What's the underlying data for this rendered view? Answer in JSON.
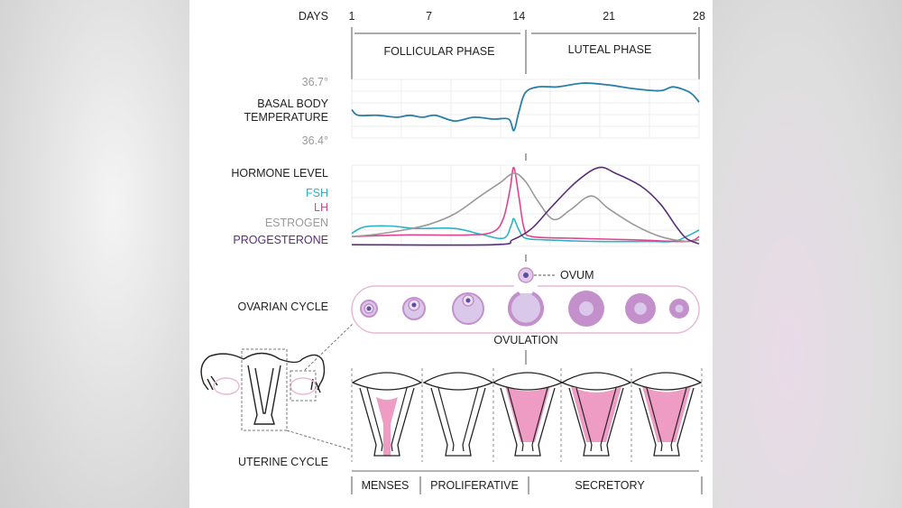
{
  "header": {
    "days_label": "DAYS",
    "day_ticks": [
      "1",
      "7",
      "14",
      "21",
      "28"
    ],
    "phases": [
      "FOLLICULAR PHASE",
      "LUTEAL PHASE"
    ]
  },
  "temperature": {
    "label_line1": "BASAL BODY",
    "label_line2": "TEMPERATURE",
    "max_label": "36.7°",
    "min_label": "36.4°",
    "range": [
      36.4,
      36.7
    ],
    "color": "#2a7fa8",
    "points": [
      [
        1,
        36.55
      ],
      [
        1.5,
        36.52
      ],
      [
        3,
        36.52
      ],
      [
        4.5,
        36.51
      ],
      [
        5.5,
        36.52
      ],
      [
        6.5,
        36.51
      ],
      [
        7.5,
        36.52
      ],
      [
        9,
        36.49
      ],
      [
        10.5,
        36.51
      ],
      [
        12,
        36.5
      ],
      [
        13.2,
        36.5
      ],
      [
        13.6,
        36.44
      ],
      [
        14,
        36.54
      ],
      [
        14.5,
        36.64
      ],
      [
        15.5,
        36.67
      ],
      [
        17,
        36.67
      ],
      [
        19,
        36.69
      ],
      [
        21,
        36.68
      ],
      [
        23,
        36.66
      ],
      [
        25,
        36.65
      ],
      [
        26,
        36.67
      ],
      [
        27.3,
        36.64
      ],
      [
        28,
        36.59
      ]
    ]
  },
  "hormones": {
    "label": "HORMONE LEVEL",
    "series": [
      {
        "name": "FSH",
        "color": "#2ab3c7",
        "points": [
          [
            1,
            16
          ],
          [
            2,
            24
          ],
          [
            4,
            25
          ],
          [
            6,
            22
          ],
          [
            9,
            22
          ],
          [
            11,
            15
          ],
          [
            12.8,
            10
          ],
          [
            13.4,
            26
          ],
          [
            13.6,
            34
          ],
          [
            14,
            20
          ],
          [
            14.5,
            10
          ],
          [
            16,
            8
          ],
          [
            20,
            6
          ],
          [
            24,
            6
          ],
          [
            26,
            6
          ],
          [
            27,
            12
          ],
          [
            28,
            20
          ]
        ]
      },
      {
        "name": "LH",
        "color": "#e0448f",
        "points": [
          [
            1,
            12
          ],
          [
            5,
            14
          ],
          [
            10,
            14
          ],
          [
            12,
            18
          ],
          [
            12.8,
            35
          ],
          [
            13.3,
            70
          ],
          [
            13.6,
            97
          ],
          [
            14,
            60
          ],
          [
            14.4,
            22
          ],
          [
            15,
            12
          ],
          [
            18,
            10
          ],
          [
            23,
            8
          ],
          [
            27,
            6
          ],
          [
            28,
            12
          ]
        ]
      },
      {
        "name": "ESTROGEN",
        "color": "#9a9a9a",
        "points": [
          [
            1,
            12
          ],
          [
            3,
            15
          ],
          [
            5,
            20
          ],
          [
            7,
            27
          ],
          [
            9,
            40
          ],
          [
            11,
            62
          ],
          [
            12.5,
            78
          ],
          [
            13.6,
            90
          ],
          [
            14.5,
            80
          ],
          [
            15.5,
            55
          ],
          [
            16.7,
            33
          ],
          [
            18,
            45
          ],
          [
            19.6,
            62
          ],
          [
            21,
            46
          ],
          [
            23,
            26
          ],
          [
            25,
            12
          ],
          [
            27,
            6
          ],
          [
            28,
            8
          ]
        ]
      },
      {
        "name": "PROGESTERONE",
        "color": "#5a2e7a",
        "points": [
          [
            1,
            2
          ],
          [
            12,
            2
          ],
          [
            13.5,
            8
          ],
          [
            15,
            22
          ],
          [
            16.5,
            48
          ],
          [
            18.5,
            80
          ],
          [
            20.2,
            97
          ],
          [
            21.5,
            90
          ],
          [
            23.5,
            74
          ],
          [
            25,
            52
          ],
          [
            26.2,
            25
          ],
          [
            27,
            10
          ],
          [
            28,
            3
          ]
        ]
      }
    ]
  },
  "ovarian": {
    "label": "OVARIAN CYCLE",
    "ovum_label": "OVUM",
    "ovulation_label": "OVULATION",
    "capsule_color": "#e8b9d6",
    "follicle_color": "#c490cc"
  },
  "uterine": {
    "label": "UTERINE CYCLE",
    "endometrium_color": "#ee9cc4",
    "phases": [
      "MENSES",
      "PROLIFERATIVE",
      "SECRETORY"
    ]
  }
}
